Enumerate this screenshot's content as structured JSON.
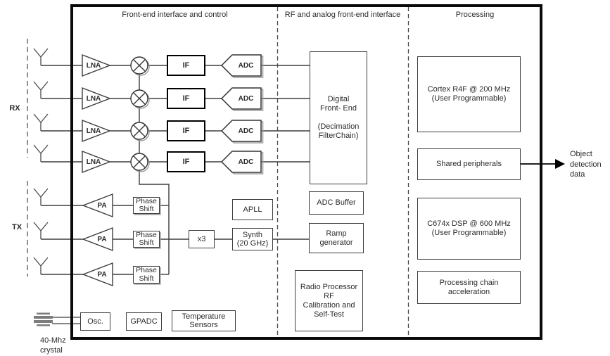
{
  "sections": {
    "front_end": "Front-end interface and control",
    "rf_analog": "RF and analog front-end interface",
    "processing": "Processing"
  },
  "antennas": {
    "rx_label": "RX",
    "tx_label": "TX"
  },
  "rx_chain": {
    "lna_label": "LNA",
    "if_label": "IF",
    "adc_label": "ADC"
  },
  "tx_chain": {
    "pa_label": "PA",
    "phase_shift_label": "Phase\nShift",
    "x3_label": "x3"
  },
  "synth_blocks": {
    "apll": "APLL",
    "synth": "Synth\n(20 GHz)"
  },
  "rf_blocks": {
    "digital_front_end": "Digital\nFront- End\n\n(Decimation\nFilterChain)",
    "adc_buffer": "ADC Buffer",
    "ramp_generator": "Ramp\ngenerator",
    "radio_processor": "Radio Processor RF\nCalibration and\nSelf-Test"
  },
  "processing_blocks": {
    "cortex": "Cortex R4F @ 200 MHz\n(User Programmable)",
    "shared_peripherals": "Shared peripherals",
    "dsp": "C674x DSP @ 600 MHz\n(User Programmable)",
    "acceleration": "Processing chain\nacceleration"
  },
  "misc_blocks": {
    "osc": "Osc.",
    "gpadc": "GPADC",
    "temperature_sensors": "Temperature\nSensors"
  },
  "external": {
    "crystal_label": "40-Mhz\ncrystal",
    "output_label": "Object\ndetection\ndata"
  },
  "colors": {
    "line": "#3d3d3d",
    "frame": "#0a0a0a",
    "shadow": "#9c9c9c",
    "background": "#ffffff"
  }
}
